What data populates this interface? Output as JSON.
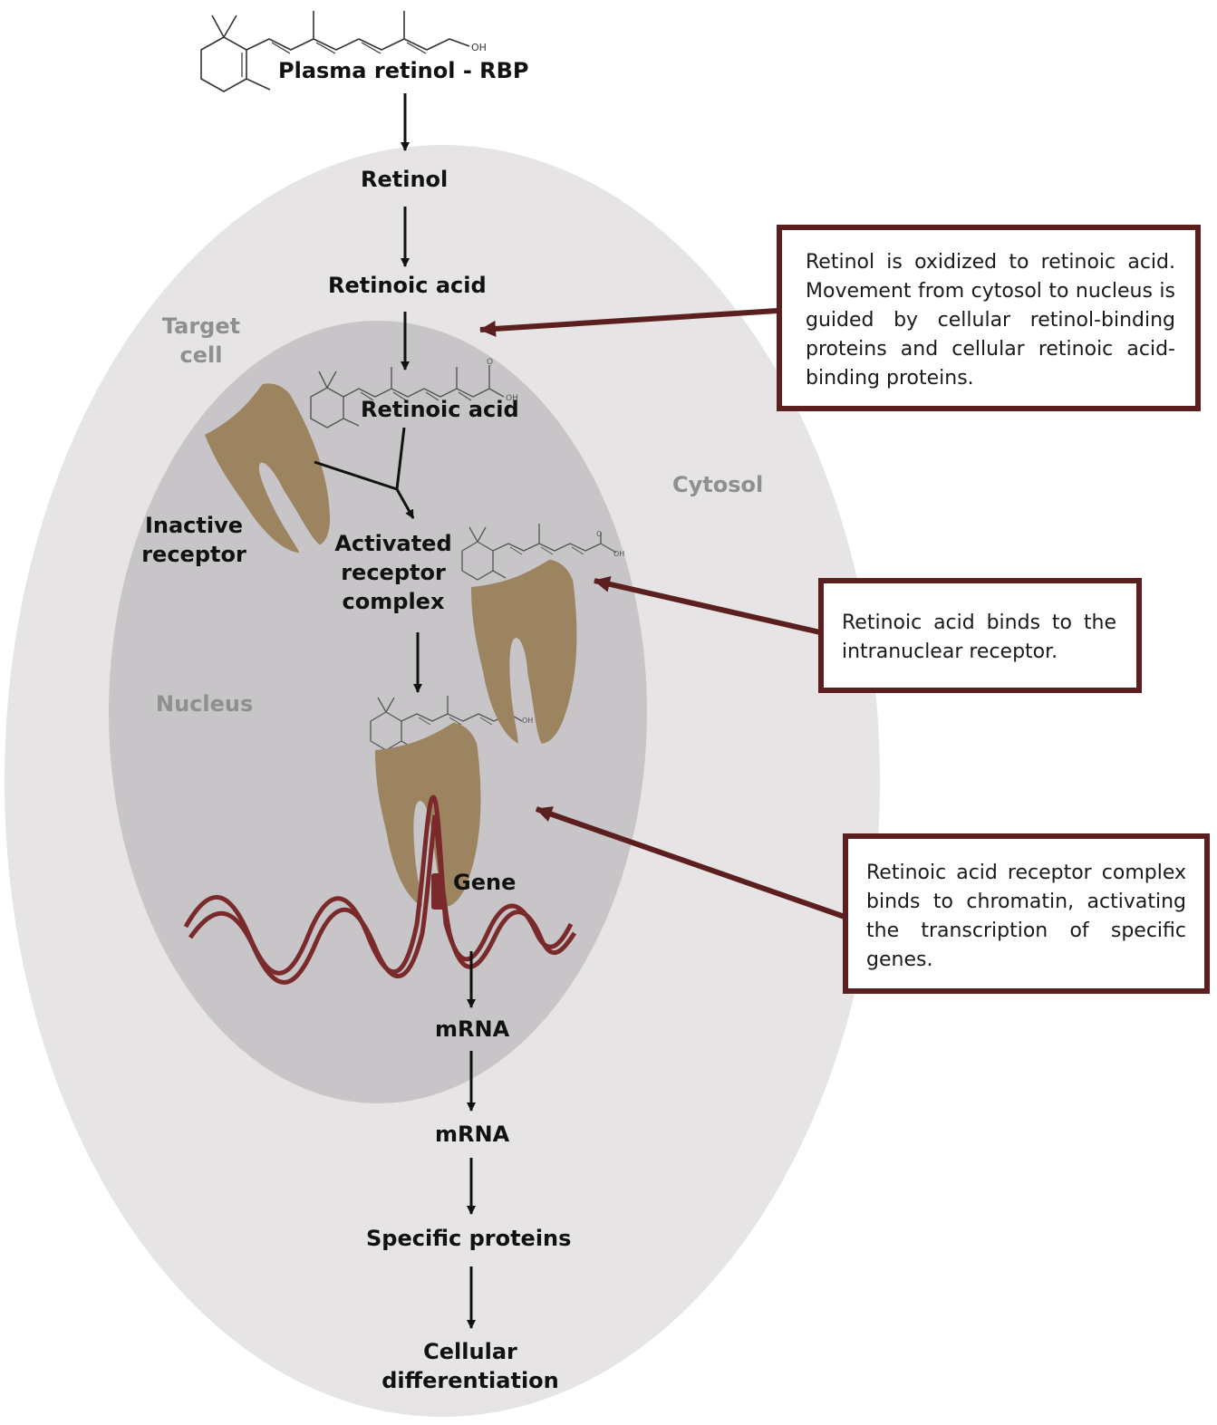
{
  "colors": {
    "cell": "#e6e4e4",
    "nucleus": "#c8c5c8",
    "receptor": "#9c8461",
    "dna": "#7a2a2a",
    "callout_border": "#5c1f1f",
    "region_label": "#8f8f8f"
  },
  "labels": {
    "plasma": "Plasma retinol - RBP",
    "retinol": "Retinol",
    "retinoic_acid_1": "Retinoic acid",
    "retinoic_acid_2": "Retinoic acid",
    "target_cell": "Target cell",
    "cytosol": "Cytosol",
    "nucleus": "Nucleus",
    "inactive_receptor": "Inactive receptor",
    "activated_complex": "Activated receptor complex",
    "gene": "Gene",
    "mrna_1": "mRNA",
    "mrna_2": "mRNA",
    "specific_proteins": "Specific proteins",
    "cellular_differentiation": "Cellular differentiation"
  },
  "molecule_text": {
    "hydroxyl": "OH",
    "carboxyl_o": "O",
    "carboxyl_oh": "OH"
  },
  "callouts": [
    {
      "text": "Retinol is oxidized to retinoic acid. Movement from cytosol to nucleus is guided by cellular retinol-binding proteins and cellular retinoic acid-binding proteins."
    },
    {
      "text": "Retinoic acid binds to the intranuclear receptor."
    },
    {
      "text": "Retinoic acid receptor complex binds to chromatin, activating the transcription of specific genes."
    }
  ]
}
